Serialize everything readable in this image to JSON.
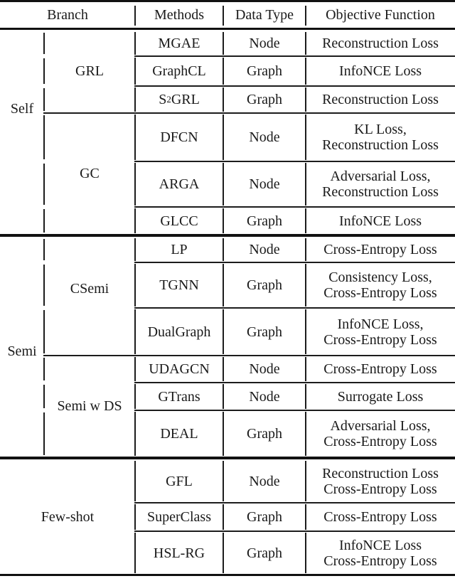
{
  "page": {
    "background_color": "#ffffff",
    "text_color": "#1a1a1a",
    "rule_color": "#111111"
  },
  "table": {
    "headers": [
      "Branch",
      "Methods",
      "Data Type",
      "Objective Function"
    ],
    "sections": [
      {
        "branch": "Self",
        "subgroups": [
          {
            "name": "GRL",
            "rows": [
              {
                "method": "MGAE",
                "data_type": "Node",
                "objective": [
                  "Reconstruction Loss"
                ]
              },
              {
                "method": "GraphCL",
                "data_type": "Graph",
                "objective": [
                  "InfoNCE Loss"
                ]
              },
              {
                "method": "S²GRL",
                "data_type": "Graph",
                "objective": [
                  "Reconstruction Loss"
                ]
              }
            ]
          },
          {
            "name": "GC",
            "rows": [
              {
                "method": "DFCN",
                "data_type": "Node",
                "objective": [
                  "KL Loss,",
                  "Reconstruction Loss"
                ]
              },
              {
                "method": "ARGA",
                "data_type": "Node",
                "objective": [
                  "Adversarial Loss,",
                  "Reconstruction Loss"
                ]
              },
              {
                "method": "GLCC",
                "data_type": "Graph",
                "objective": [
                  "InfoNCE Loss"
                ]
              }
            ]
          }
        ]
      },
      {
        "branch": "Semi",
        "subgroups": [
          {
            "name": "CSemi",
            "rows": [
              {
                "method": "LP",
                "data_type": "Node",
                "objective": [
                  "Cross-Entropy Loss"
                ]
              },
              {
                "method": "TGNN",
                "data_type": "Graph",
                "objective": [
                  "Consistency Loss,",
                  "Cross-Entropy Loss"
                ]
              },
              {
                "method": "DualGraph",
                "data_type": "Graph",
                "objective": [
                  "InfoNCE Loss,",
                  "Cross-Entropy Loss"
                ]
              }
            ]
          },
          {
            "name": "Semi w DS",
            "rows": [
              {
                "method": "UDAGCN",
                "data_type": "Node",
                "objective": [
                  "Cross-Entropy Loss"
                ]
              },
              {
                "method": "GTrans",
                "data_type": "Node",
                "objective": [
                  "Surrogate Loss"
                ]
              },
              {
                "method": "DEAL",
                "data_type": "Graph",
                "objective": [
                  "Adversarial Loss,",
                  "Cross-Entropy Loss"
                ]
              }
            ]
          }
        ]
      },
      {
        "branch": "Few-shot",
        "subgroups": [
          {
            "name": "",
            "rows": [
              {
                "method": "GFL",
                "data_type": "Node",
                "objective": [
                  "Reconstruction Loss",
                  "Cross-Entropy Loss"
                ]
              },
              {
                "method": "SuperClass",
                "data_type": "Graph",
                "objective": [
                  "Cross-Entropy Loss"
                ]
              },
              {
                "method": "HSL-RG",
                "data_type": "Graph",
                "objective": [
                  "InfoNCE Loss",
                  "Cross-Entropy Loss"
                ]
              }
            ]
          }
        ]
      }
    ]
  }
}
